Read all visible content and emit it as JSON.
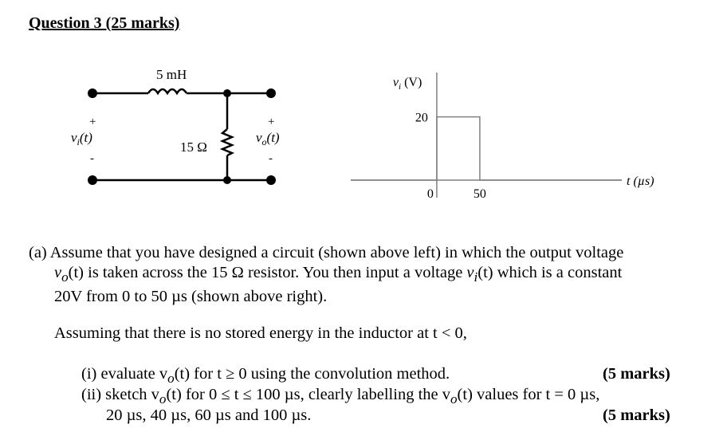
{
  "question": {
    "title": "Question 3 (25 marks)"
  },
  "circuit": {
    "inductor_label": "5 mH",
    "resistor_label": "15 Ω",
    "input_label": "v",
    "input_sub": "i",
    "input_arg": "(t)",
    "output_label": "v",
    "output_sub": "o",
    "output_arg": "(t)",
    "plus": "+",
    "minus": "-"
  },
  "chart_data": {
    "type": "line",
    "title": "",
    "xlabel": "t (µs)",
    "ylabel": "vi (V)",
    "ylabel_var": "v",
    "ylabel_sub": "i",
    "ylabel_unit": " (V)",
    "x": [
      -100,
      0,
      0,
      50,
      50,
      215
    ],
    "y": [
      0,
      0,
      20,
      20,
      0,
      0
    ],
    "x_ticks": [
      {
        "value": 0,
        "label": "0"
      },
      {
        "value": 50,
        "label": "50"
      }
    ],
    "y_ticks": [
      {
        "value": 20,
        "label": "20"
      }
    ],
    "xlim": [
      -100,
      215
    ],
    "ylim": [
      0,
      33
    ],
    "grid": false,
    "line_color": "#808080"
  },
  "part_a": {
    "line1": "(a) Assume that you have designed a circuit (shown above left) in which the output voltage",
    "line2a": "v",
    "line2sub": "o",
    "line2b": "(t) is taken across the 15 Ω resistor.  You then input a voltage ",
    "line2c": "v",
    "line2csub": "i",
    "line2d": "(t) which is a constant",
    "line3": "20V from 0 to 50 µs (shown above right).",
    "assume": "Assuming that there is no stored energy in the inductor at t < 0,",
    "i_text": "(i)  evaluate v",
    "i_sub": "o",
    "i_rest": "(t) for t ≥ 0 using the convolution method.",
    "i_marks": "(5 marks)",
    "ii_text": "(ii) sketch v",
    "ii_sub": "o",
    "ii_rest": "(t) for 0 ≤ t ≤ 100 µs, clearly labelling the v",
    "ii_sub2": "o",
    "ii_rest2": "(t) values for t = 0 µs,",
    "ii_line2": "20 µs, 40 µs, 60 µs and 100 µs.",
    "ii_marks": "(5 marks)"
  }
}
